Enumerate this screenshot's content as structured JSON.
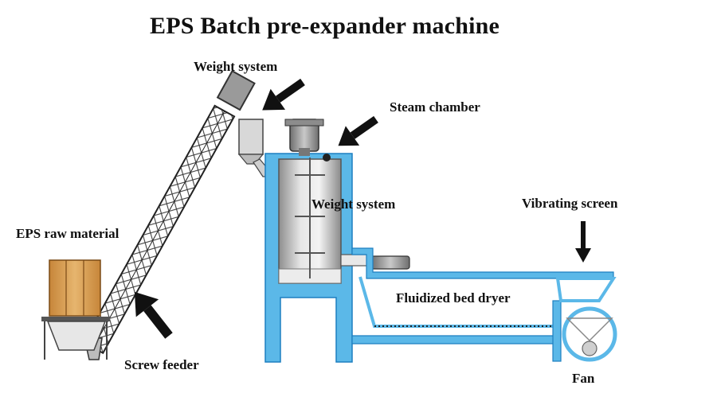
{
  "title": "EPS Batch pre-expander machine",
  "labels": {
    "weight_system_top": "Weight system",
    "steam_chamber": "Steam chamber",
    "weight_system_tank": "Weight system",
    "vibrating_screen": "Vibrating screen",
    "eps_raw_material": "EPS raw material",
    "fluidized_bed_dryer": "Fluidized bed dryer",
    "screw_feeder": "Screw feeder",
    "fan": "Fan"
  },
  "colors": {
    "frame_blue": "#5bb8e8",
    "frame_outline": "#1d7fc0",
    "arrow": "#111111",
    "crate": "#d9a45c",
    "steel": "#c9c9c9"
  }
}
